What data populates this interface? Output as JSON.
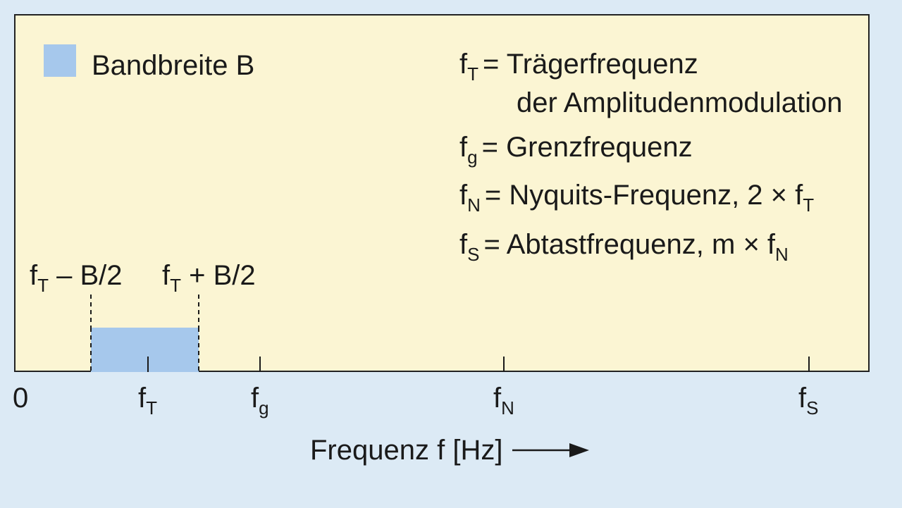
{
  "legend": {
    "label": "Bandbreite B",
    "swatch_color": "#a6c8ec"
  },
  "definitions": [
    {
      "symbol": "f",
      "sub": "T",
      "text": "= Trägerfrequenz",
      "cont": "der Amplitudenmodulation"
    },
    {
      "symbol": "f",
      "sub": "g",
      "text": "= Grenzfrequenz"
    },
    {
      "symbol": "f",
      "sub": "N",
      "text": "= Nyquits-Frequenz, 2 × f",
      "tail_sub": "T"
    },
    {
      "symbol": "f",
      "sub": "S",
      "text": "= Abtastfrequenz, m × f",
      "tail_sub": "N"
    }
  ],
  "band_labels": {
    "lower": {
      "symbol": "f",
      "sub": "T",
      "text": " – B/2"
    },
    "upper": {
      "symbol": "f",
      "sub": "T",
      "text": " + B/2"
    }
  },
  "axis": {
    "origin_label": "0",
    "label": "Frequenz f [Hz]",
    "ticks": [
      {
        "symbol": "f",
        "sub": "T"
      },
      {
        "symbol": "f",
        "sub": "g"
      },
      {
        "symbol": "f",
        "sub": "N"
      },
      {
        "symbol": "f",
        "sub": "S"
      }
    ]
  },
  "colors": {
    "background": "#dceaf5",
    "panel": "#fbf5d3",
    "band": "#a6c8ec",
    "line": "#1a1a1a"
  }
}
